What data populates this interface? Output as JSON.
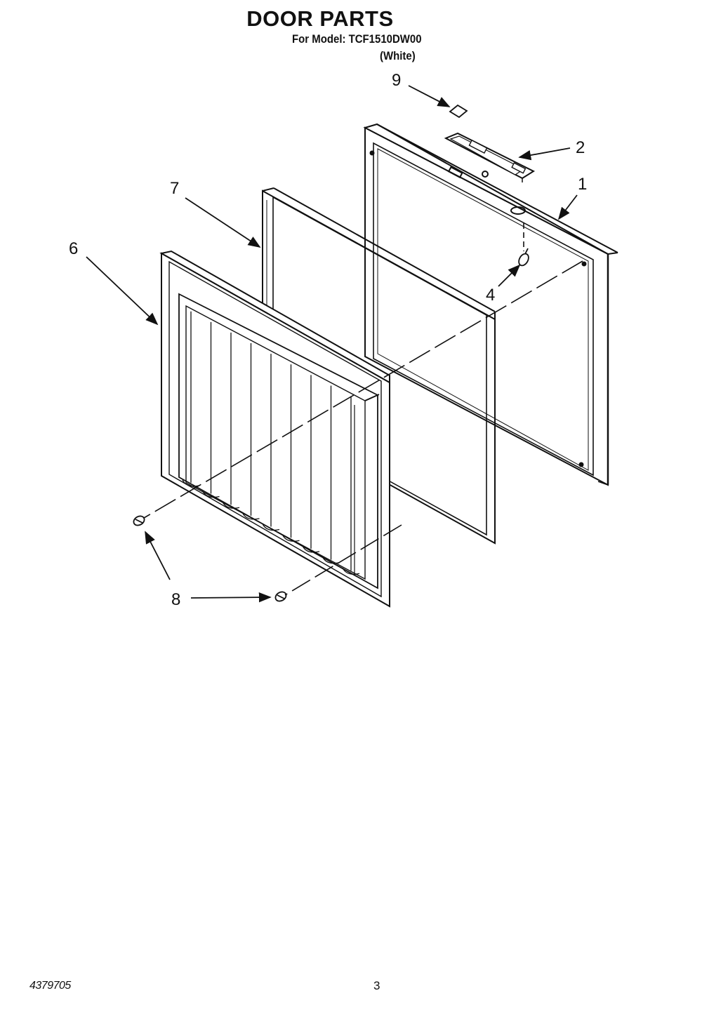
{
  "header": {
    "title": "DOOR PARTS",
    "model_line": "For Model: TCF1510DW00",
    "variant": "(White)"
  },
  "callouts": {
    "c1": "1",
    "c2": "2",
    "c4": "4",
    "c6": "6",
    "c7": "7",
    "c8": "8",
    "c9": "9"
  },
  "footer": {
    "doc_code": "4379705",
    "page_number": "3"
  },
  "colors": {
    "ink": "#111111",
    "paper": "#ffffff"
  }
}
